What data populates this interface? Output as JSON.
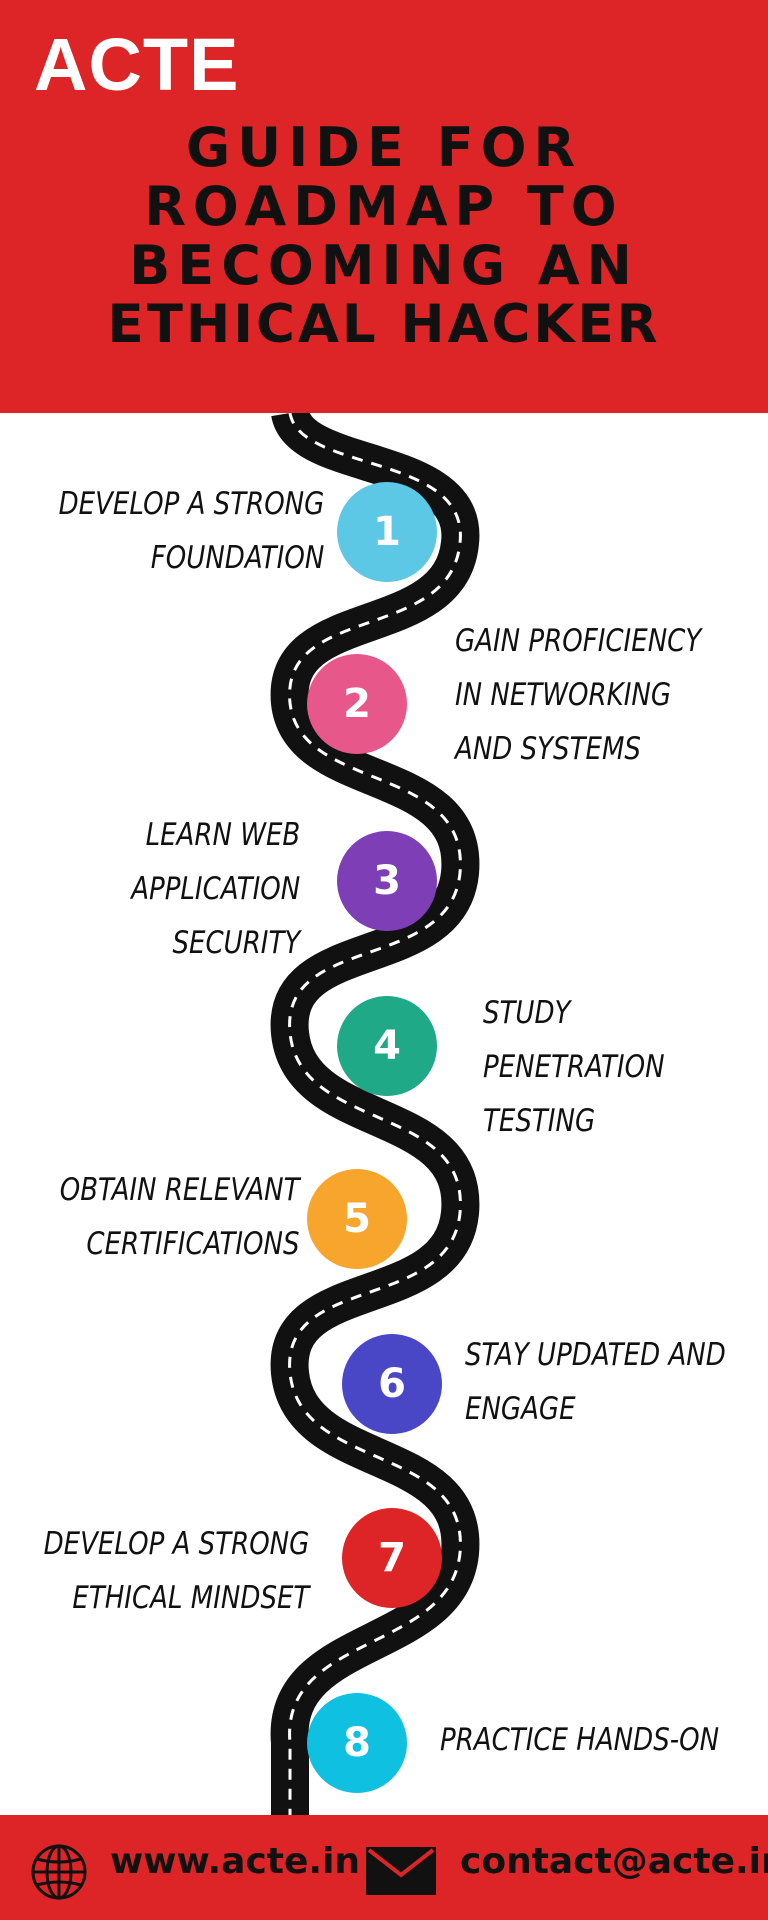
{
  "header": {
    "logo": "ACTE",
    "title_lines": [
      "Guide for",
      "Roadmap to",
      "Becoming an",
      "Ethical Hacker"
    ]
  },
  "steps": [
    {
      "number": "1",
      "lines": [
        "DEVELOP A STRONG",
        "FOUNDATION"
      ],
      "color": "#5dc7e6"
    },
    {
      "number": "2",
      "lines": [
        "GAIN PROFICIENCY",
        "IN NETWORKING",
        "AND SYSTEMS"
      ],
      "color": "#e8578a"
    },
    {
      "number": "3",
      "lines": [
        "LEARN WEB",
        "APPLICATION",
        "SECURITY"
      ],
      "color": "#7e3fb6"
    },
    {
      "number": "4",
      "lines": [
        "STUDY",
        "PENETRATION",
        "TESTING"
      ],
      "color": "#1fa987"
    },
    {
      "number": "5",
      "lines": [
        "OBTAIN RELEVANT",
        "CERTIFICATIONS"
      ],
      "color": "#f7a52c"
    },
    {
      "number": "6",
      "lines": [
        "STAY UPDATED AND",
        "ENGAGE"
      ],
      "color": "#4a47c6"
    },
    {
      "number": "7",
      "lines": [
        "DEVELOP A STRONG",
        "ETHICAL MINDSET"
      ],
      "color": "#dd2427"
    },
    {
      "number": "8",
      "lines": [
        "PRACTICE HANDS-ON"
      ],
      "color": "#0fc0e0"
    }
  ],
  "footer": {
    "website": "www.acte.in",
    "email": "contact@acte.in",
    "website_icon": "globe-icon",
    "email_icon": "envelope-icon"
  },
  "colors": {
    "brand_red": "#dd2427",
    "road": "#111111",
    "road_dash": "#ffffff"
  }
}
